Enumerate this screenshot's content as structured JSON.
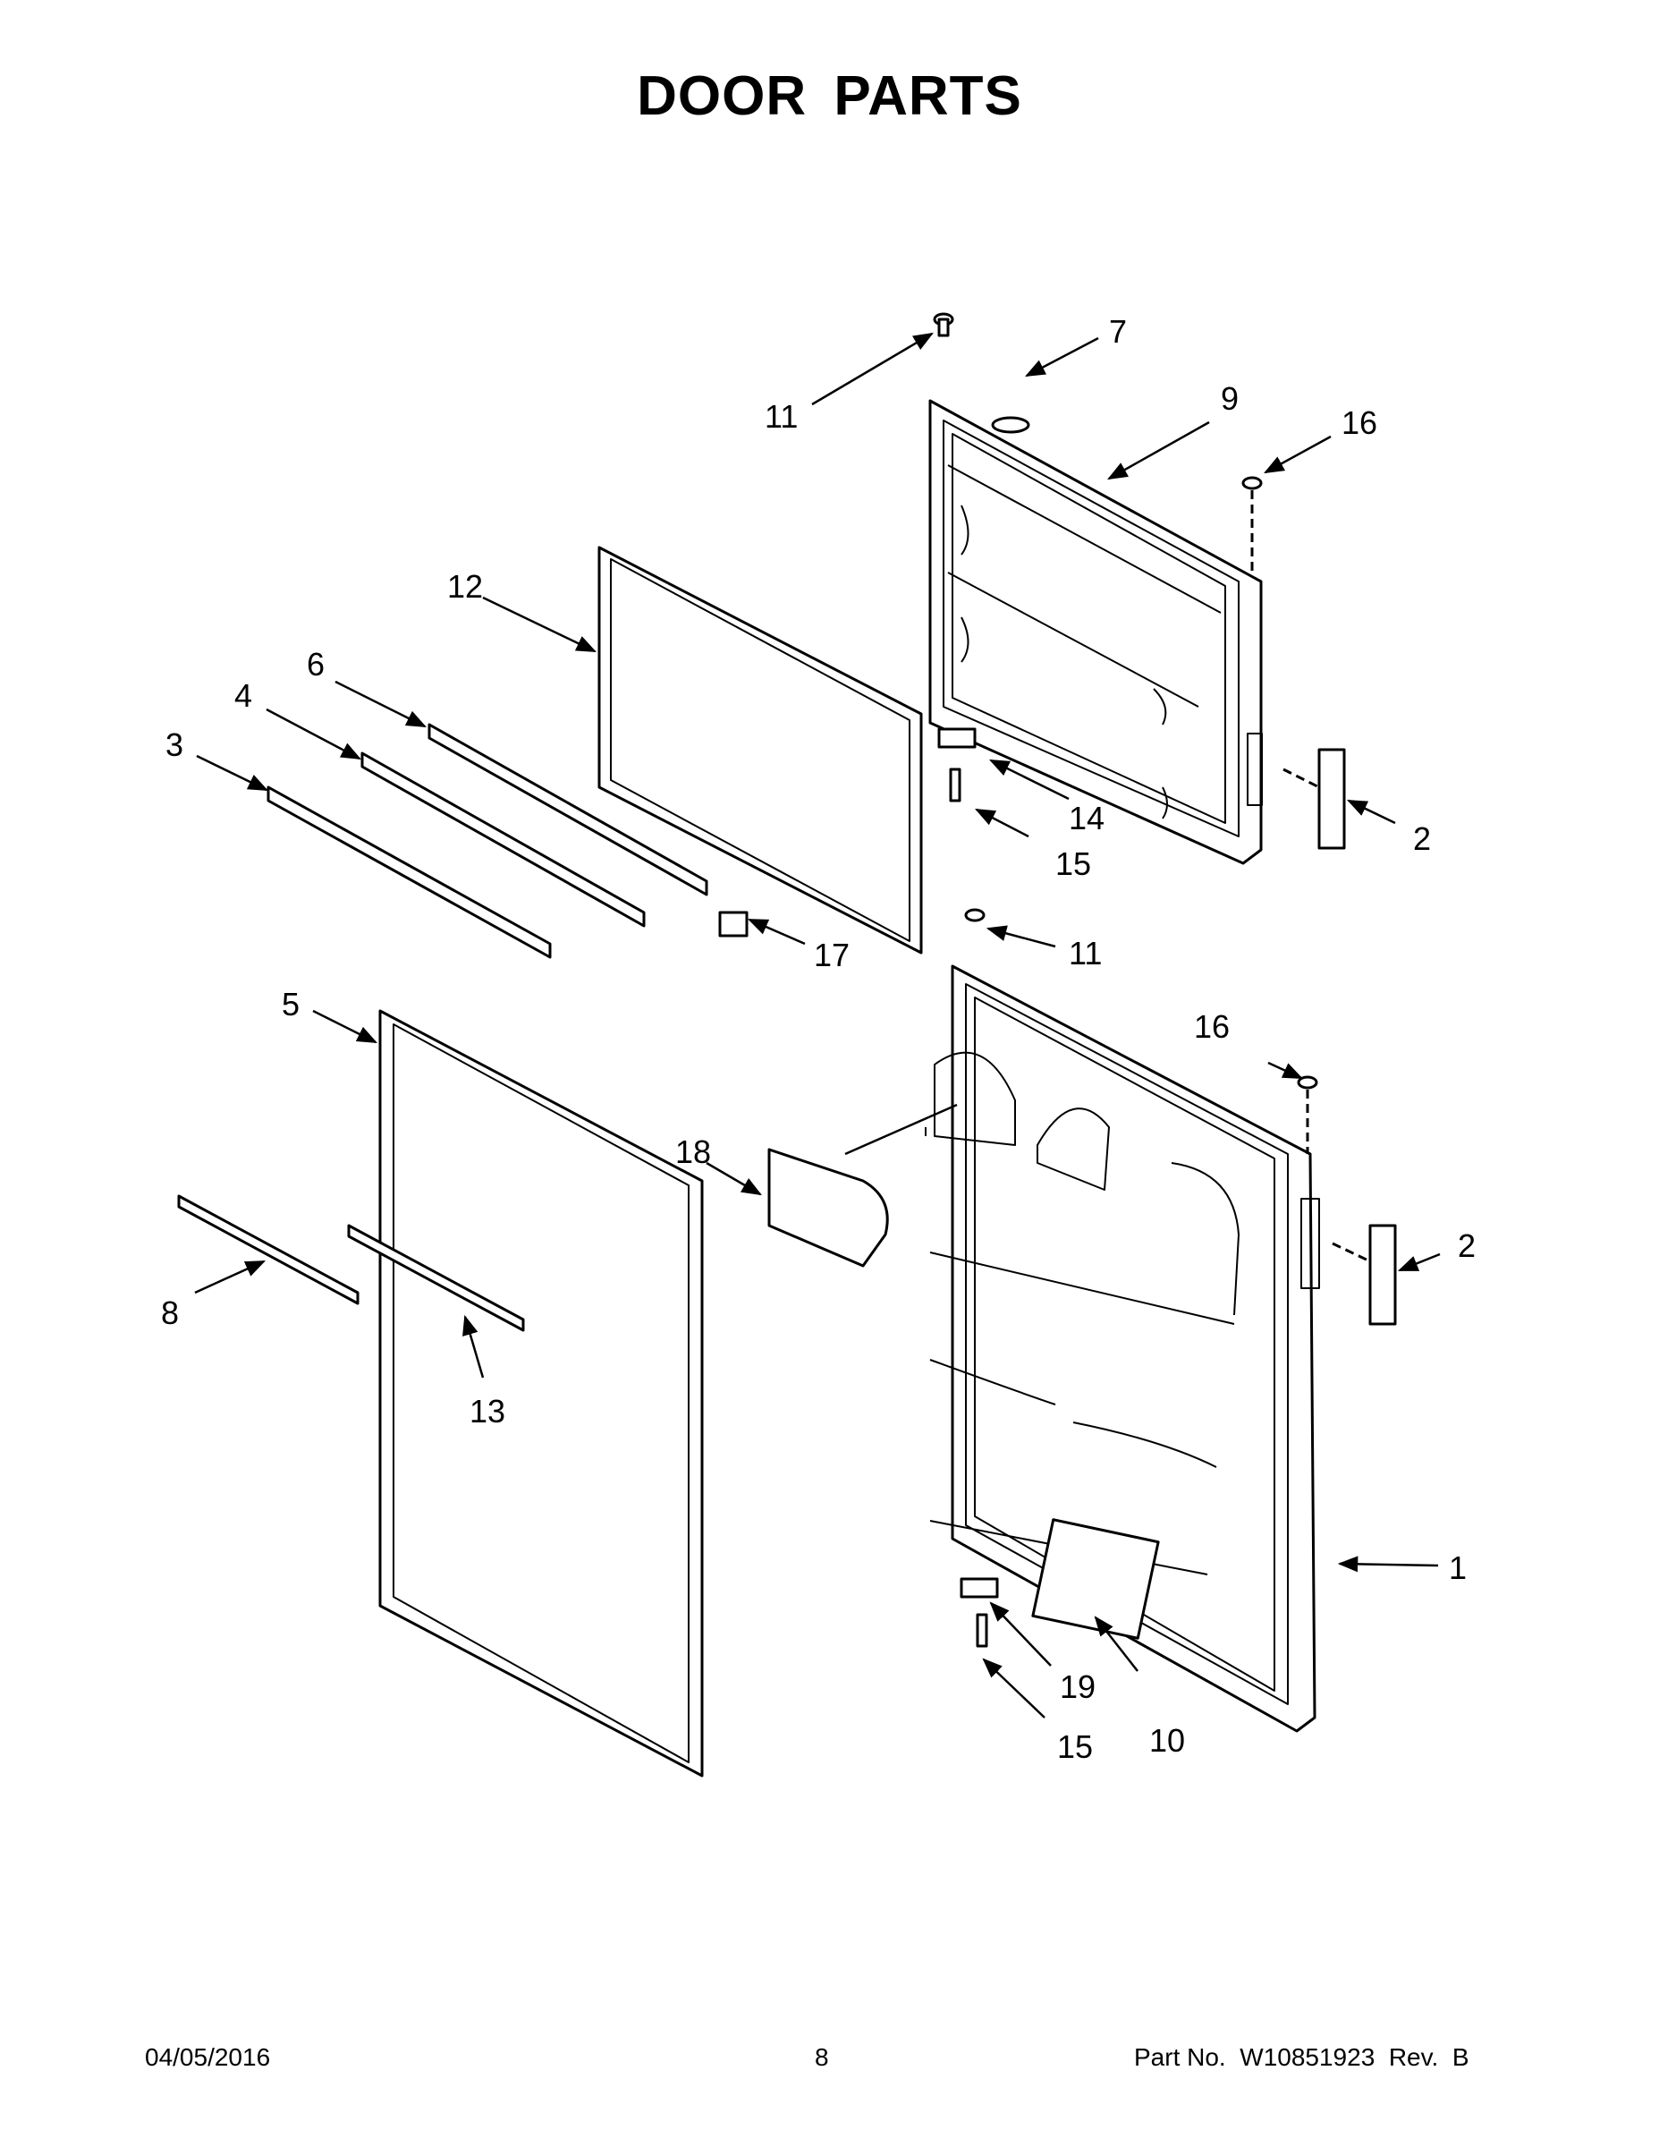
{
  "title": "DOOR PARTS",
  "footer": {
    "date": "04/05/2016",
    "page": "8",
    "part_number": "Part No.  W10851923  Rev.  B"
  },
  "callouts": {
    "c1": "1",
    "c2a": "2",
    "c2b": "2",
    "c3": "3",
    "c4": "4",
    "c5": "5",
    "c6": "6",
    "c7": "7",
    "c8": "8",
    "c9": "9",
    "c10": "10",
    "c11a": "11",
    "c11b": "11",
    "c12": "12",
    "c13": "13",
    "c14": "14",
    "c15a": "15",
    "c15b": "15",
    "c16a": "16",
    "c16b": "16",
    "c17": "17",
    "c18": "18",
    "c19": "19"
  }
}
